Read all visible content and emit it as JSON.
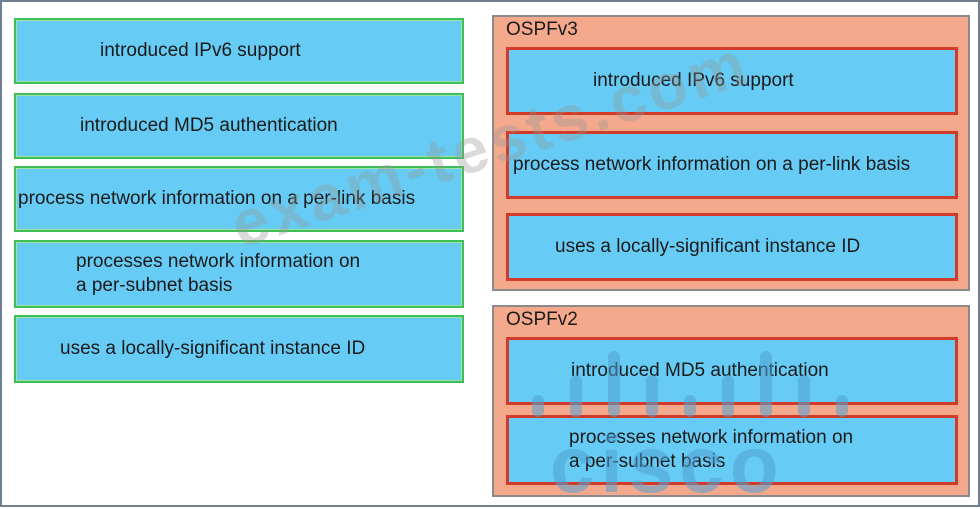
{
  "options": [
    "introduced IPv6 support",
    "introduced MD5 authentication",
    "process network information on a per-link basis",
    "processes network information on\na per-subnet basis",
    "uses a locally-significant instance ID"
  ],
  "zones": [
    {
      "title": "OSPFv3",
      "items": [
        "introduced IPv6 support",
        "process network information on a per-link basis",
        "uses a locally-significant instance ID"
      ]
    },
    {
      "title": "OSPFv2",
      "items": [
        "introduced MD5 authentication",
        "processes network information on\na per-subnet basis"
      ]
    }
  ],
  "watermark": {
    "text": "exam-tests.com",
    "logo_text": "cisco"
  },
  "colors": {
    "item_fill": "#66ccf5",
    "source_border": "#3fbf57",
    "target_border": "#d23a2a",
    "zone_fill": "#f4a88c"
  }
}
